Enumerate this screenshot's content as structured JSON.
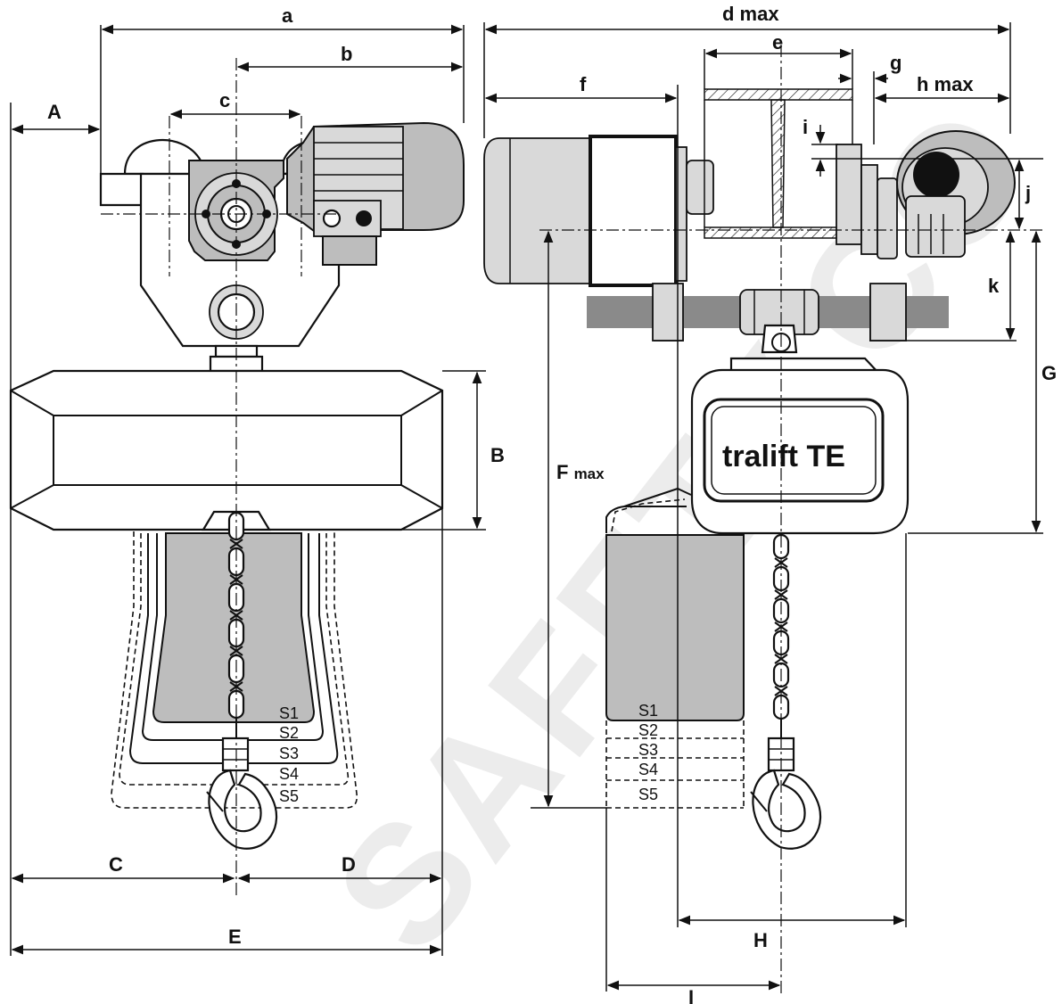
{
  "watermark": "SAFETY.CO",
  "product_label": "tralift TE",
  "dimensions": {
    "a": "a",
    "b": "b",
    "c": "c",
    "A": "A",
    "B": "B",
    "C": "C",
    "D": "D",
    "E": "E",
    "d": "d max",
    "e": "e",
    "f": "f",
    "g": "g",
    "h": "h max",
    "i": "i",
    "j": "j",
    "k": "k",
    "F": "F max",
    "G": "G",
    "H": "H",
    "I": "I"
  },
  "bag_sizes_front": [
    "S1",
    "S2",
    "S3",
    "S4",
    "S5"
  ],
  "bag_sizes_side": [
    "S1",
    "S2",
    "S3",
    "S4",
    "S5"
  ]
}
